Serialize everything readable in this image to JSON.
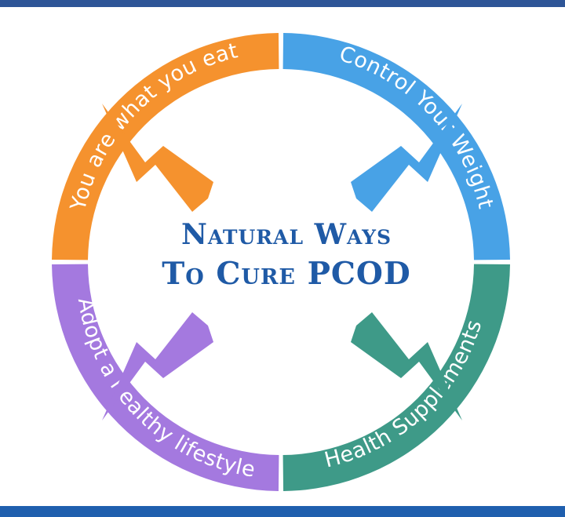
{
  "diagram": {
    "title_line1": "Natural Ways",
    "title_line2": "To Cure PCOD",
    "segments": [
      {
        "id": "top-left",
        "label": "You are what you eat",
        "color": "#f5922e"
      },
      {
        "id": "top-right",
        "label": "Control Your Weight",
        "color": "#48a2e6"
      },
      {
        "id": "bottom-right",
        "label": "Health Supplements",
        "color": "#3e9a88"
      },
      {
        "id": "bottom-left",
        "label": "Adopt a healthy lifestyle",
        "color": "#a479df"
      }
    ]
  },
  "colors": {
    "top_bar": "#2e5597",
    "bottom_bar": "#1f5fae",
    "title": "#1f5aa6"
  }
}
